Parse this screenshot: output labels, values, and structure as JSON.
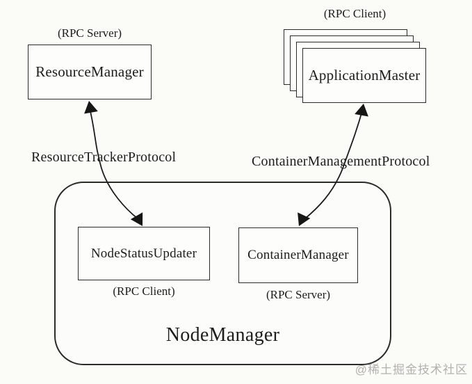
{
  "page": {
    "background": "#fbfbf8",
    "ink": "#1d1d1b",
    "watermark_color": "#b3b1ae"
  },
  "diagram": {
    "resource_manager": {
      "annotation": "(RPC Server)",
      "label": "ResourceManager"
    },
    "application_master": {
      "annotation": "(RPC Client)",
      "label": "ApplicationMaster"
    },
    "node_status_updater": {
      "label": "NodeStatusUpdater",
      "annotation": "(RPC Client)"
    },
    "container_manager": {
      "label": "ContainerManager",
      "annotation": "(RPC Server)"
    },
    "node_manager": {
      "label": "NodeManager"
    },
    "protocols": {
      "resource_tracker": "ResourceTrackerProtocol",
      "container_management": "ContainerManagementProtocol"
    },
    "watermark": "@稀土掘金技术社区"
  }
}
